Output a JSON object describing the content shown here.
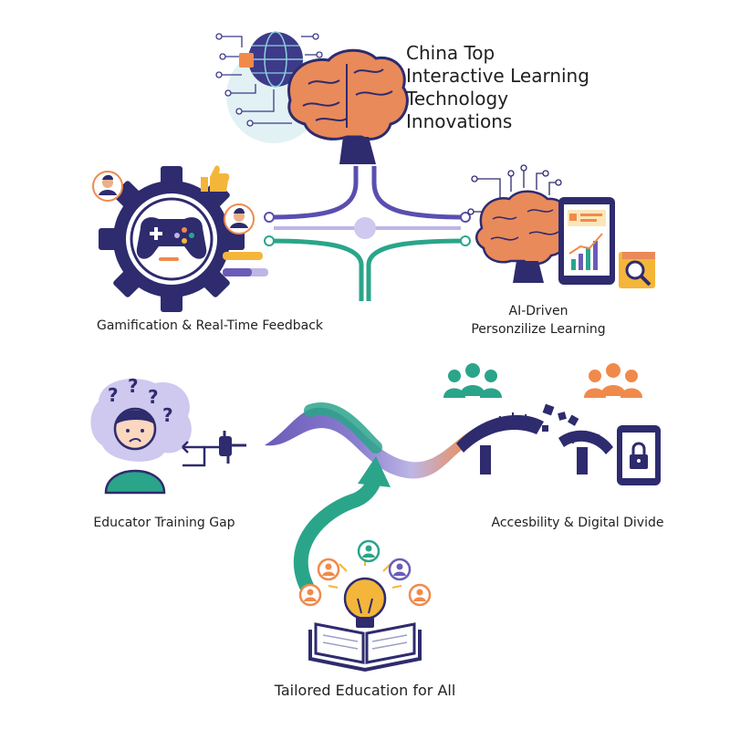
{
  "title": {
    "lines": [
      "China Top",
      "Interactive Learning",
      "Technology",
      "Innovations"
    ]
  },
  "nodes": {
    "gamification": "Gamification & Real-Time Feedback",
    "ai_driven_line1": "AI-Driven",
    "ai_driven_line2": "Personzilize Learning",
    "educator_gap": "Educator Training Gap",
    "accessibility": "Accesbility & Digital Divide",
    "tailored": "Tailored Education for All"
  },
  "colors": {
    "navy": "#2e2b6e",
    "purple": "#6b5bb8",
    "lavender": "#bdb6e6",
    "teal": "#2aa58a",
    "orange": "#f08a4b",
    "brain": "#e98a5b",
    "yellow": "#f4b63a"
  },
  "icons": [
    "globe-icon",
    "brain-icon",
    "gear-icon",
    "gamepad-icon",
    "thumbs-up-icon",
    "avatar-icon",
    "tablet-chart-icon",
    "magnifier-book-icon",
    "confused-person-icon",
    "plug-icon",
    "bridge-icon",
    "team-icon",
    "lock-tablet-icon",
    "lightbulb-book-icon"
  ]
}
